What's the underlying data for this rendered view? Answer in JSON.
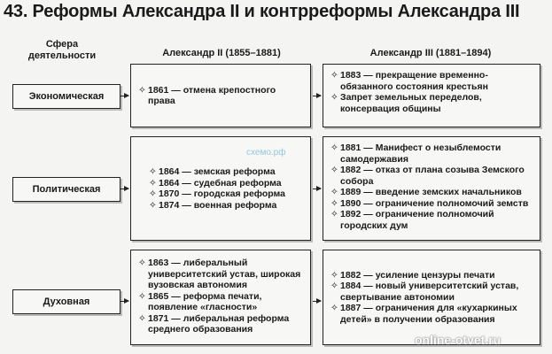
{
  "title": "43. Реформы Александра II и контрреформы Александра III",
  "headers": {
    "sphere": "Сфера деятельности",
    "alex2": "Александр II (1855–1881)",
    "alex3": "Александр III (1881–1894)"
  },
  "rows": [
    {
      "label": "Экономическая",
      "alex2": [
        "1861 — отмена крепостного права"
      ],
      "alex3": [
        "1883 — прекращение временно-обязанного состояния крестьян",
        "Запрет земельных переделов, консервация общины"
      ]
    },
    {
      "label": "Политическая",
      "alex2": [
        "1864 — земская реформа",
        "1864 — судебная реформа",
        "1870 — городская реформа",
        "1874 — военная реформа"
      ],
      "alex3": [
        "1881 — Манифест о незыблемости самодержавия",
        "1882 — отказ от плана созыва Земского собора",
        "1889 — введение земских начальников",
        "1890 — ограничение полномочий земств",
        "1892 — ограничение полномочий городских дум"
      ]
    },
    {
      "label": "Духовная",
      "alex2": [
        "1863 — либеральный университетский устав, широкая вузовская автономия",
        "1865 — реформа печати, появление «гласности»",
        "1871 — либеральная реформа среднего образования"
      ],
      "alex3": [
        "1882 — усиление цензуры печати",
        "1884 — новый университетский устав, свертывание автономии",
        "1887 — ограничения для «кухаркиных детей» в получении образования"
      ]
    }
  ],
  "bullet_symbol": "✧",
  "watermarks": {
    "bottom": "online-otvet.ru",
    "middle": "схемо.рф"
  }
}
